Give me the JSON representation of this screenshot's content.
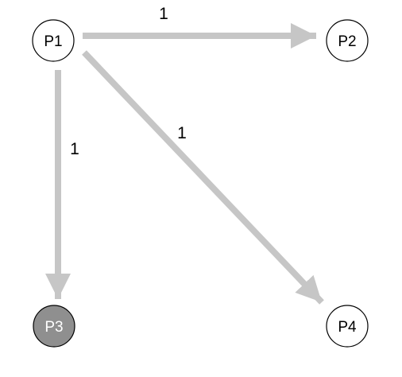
{
  "nodes": [
    {
      "id": "p1",
      "label": "P1",
      "style": "plain"
    },
    {
      "id": "p2",
      "label": "P2",
      "style": "plain"
    },
    {
      "id": "p3",
      "label": "P3",
      "style": "filled"
    },
    {
      "id": "p4",
      "label": "P4",
      "style": "plain"
    }
  ],
  "edges": [
    {
      "from": "p1",
      "to": "p2",
      "label": "1"
    },
    {
      "from": "p1",
      "to": "p3",
      "label": "1"
    },
    {
      "from": "p1",
      "to": "p4",
      "label": "1"
    }
  ],
  "colors": {
    "edge": "#c6c6c6",
    "node_stroke": "#000000",
    "node_fill": "#ffffff",
    "node_fill_filled": "#8f8f8f",
    "node_text": "#000000",
    "node_text_filled": "#ffffff"
  }
}
